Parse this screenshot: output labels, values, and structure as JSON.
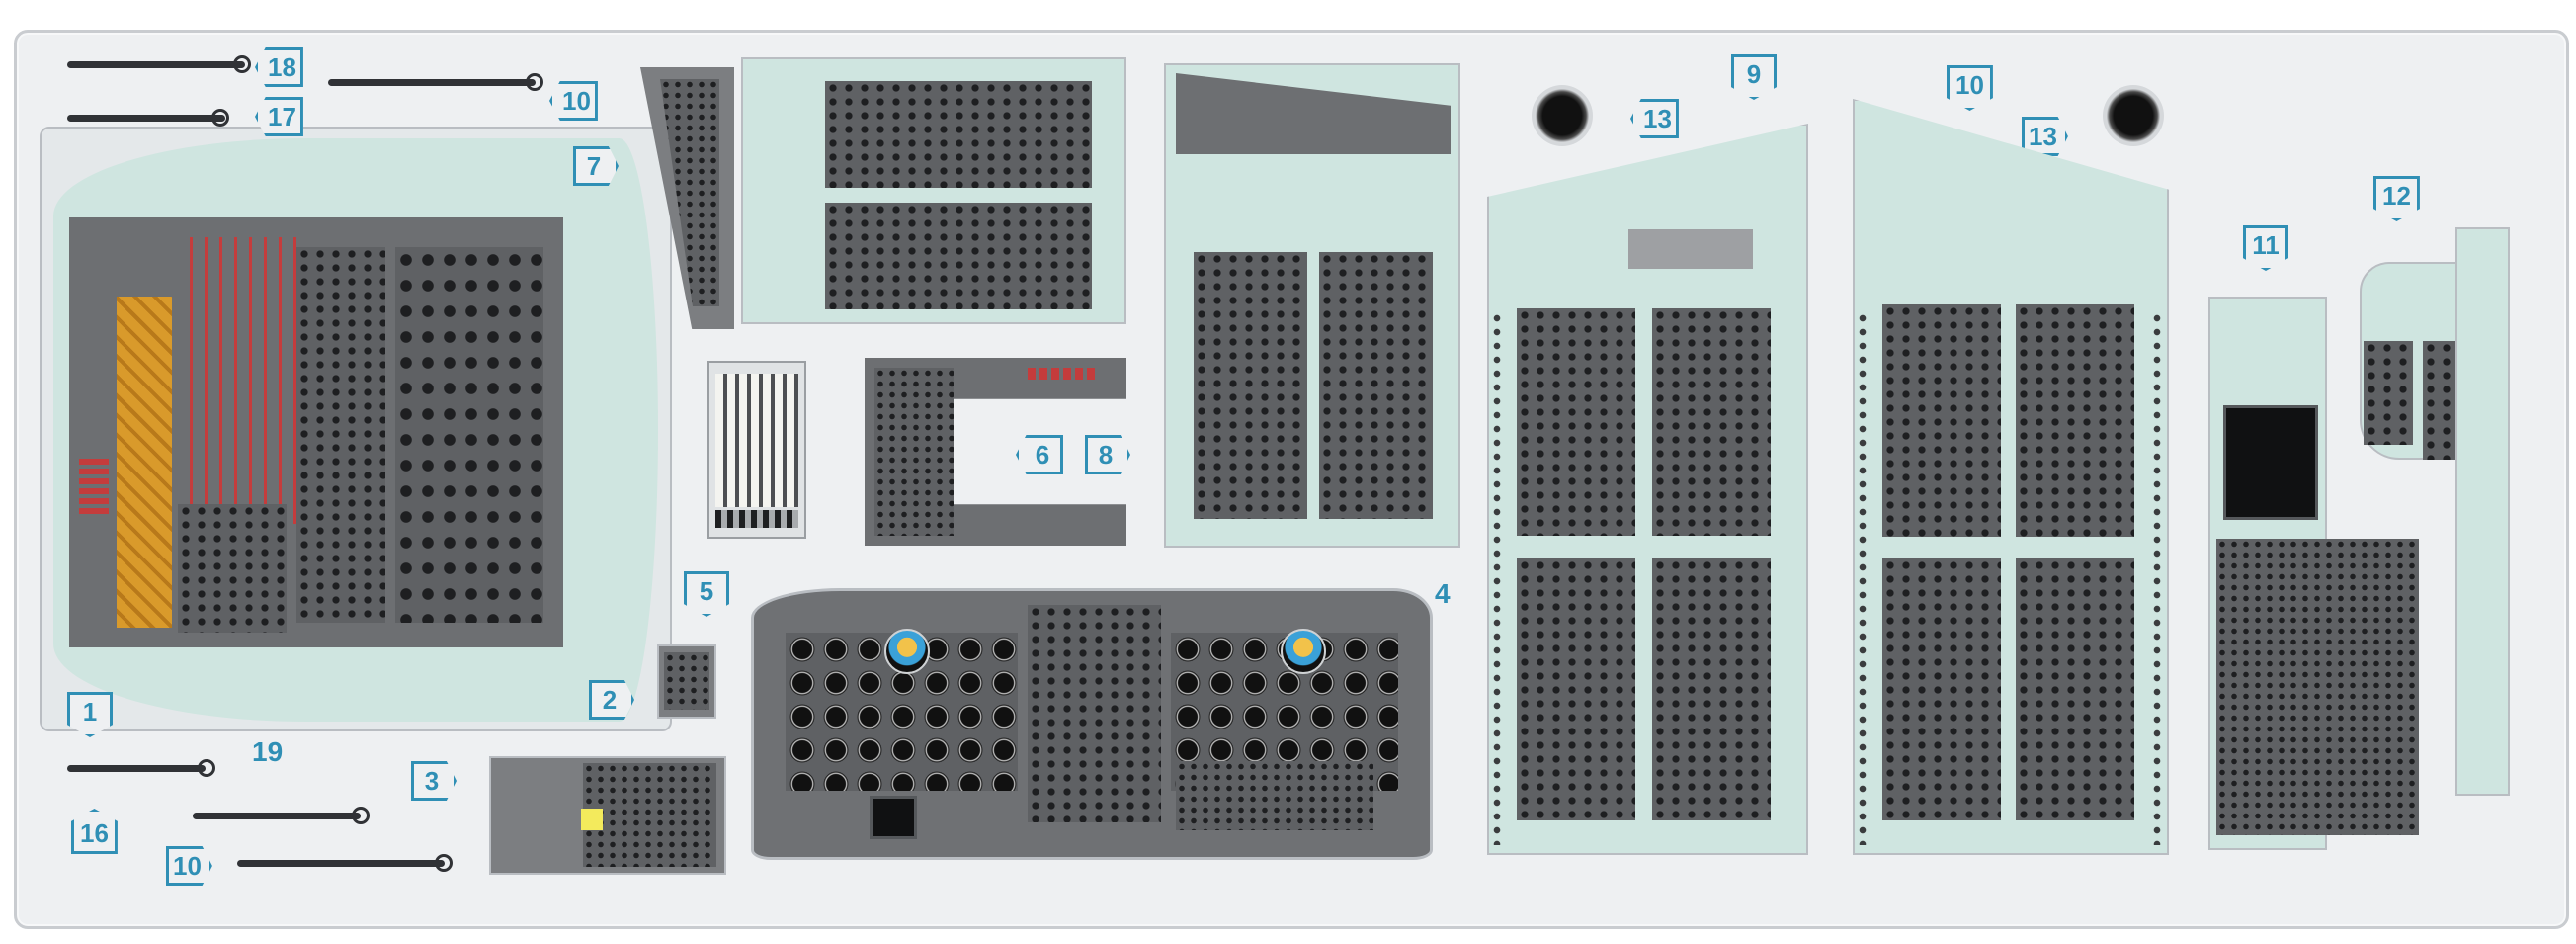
{
  "part_numbers": {
    "p1": "1",
    "p2": "2",
    "p3": "3",
    "p4": "4",
    "p5": "5",
    "p6": "6",
    "p7": "7",
    "p8": "8",
    "p9": "9",
    "p10a": "10",
    "p10b": "10",
    "p10c": "10",
    "p11": "11",
    "p12": "12",
    "p13a": "13",
    "p13b": "13",
    "p16": "16",
    "p17": "17",
    "p18": "18",
    "p19": "19"
  },
  "colors": {
    "fret_background": "#eef0f2",
    "panel_gray": "#6d6f72",
    "mint_green": "#cfe5e0",
    "label_blue": "#2f8fb5",
    "switch_orange": "#d99a2b",
    "indicator_red": "#c43c3c"
  }
}
